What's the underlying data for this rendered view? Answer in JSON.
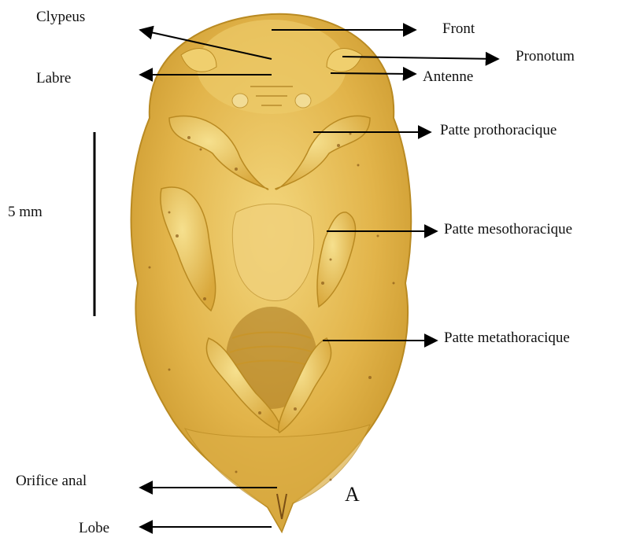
{
  "figure": {
    "panel_letter": "A",
    "scale_label": "5 mm",
    "colors": {
      "body_base": "#e2b44a",
      "body_light": "#f3d77e",
      "body_shadow": "#b98a22",
      "speckle": "#8a5a18",
      "arrow": "#000000"
    },
    "labels": {
      "clypeus": "Clypeus",
      "labre": "Labre",
      "front": "Front",
      "pronotum": "Pronotum",
      "antenne": "Antenne",
      "patte_pro": "Patte prothoracique",
      "patte_meso": "Patte mesothoracique",
      "patte_meta": "Patte metathoracique",
      "orifice_anal": "Orifice anal",
      "lobe": "Lobe"
    }
  }
}
